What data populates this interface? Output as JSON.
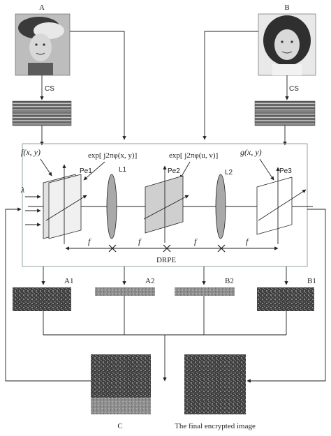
{
  "inputs": {
    "left_label": "A",
    "right_label": "B",
    "left_transform": "CS",
    "right_transform": "CS"
  },
  "optics": {
    "f_left": "f(x, y)",
    "phase1": "exp[ j2πφ(x, y)]",
    "phase2": "exp[ j2πφ(u, v)]",
    "g_right": "g(x, y)",
    "pe1": "Pe1",
    "pe2": "Pe2",
    "pe3": "Pe3",
    "l1": "L1",
    "l2": "L2",
    "lambda": "λ",
    "focal": "f",
    "system_label": "DRPE"
  },
  "outputs": {
    "a1": "A1",
    "a2": "A2",
    "b2": "B2",
    "b1": "B1",
    "combined": "C",
    "final": "The final encrypted image"
  },
  "colors": {
    "line": "#222222",
    "lens": "#a9a9a9",
    "frame": "#8fa59a",
    "noise_dark": "#3a3a3a",
    "noise_mid": "#777777"
  }
}
